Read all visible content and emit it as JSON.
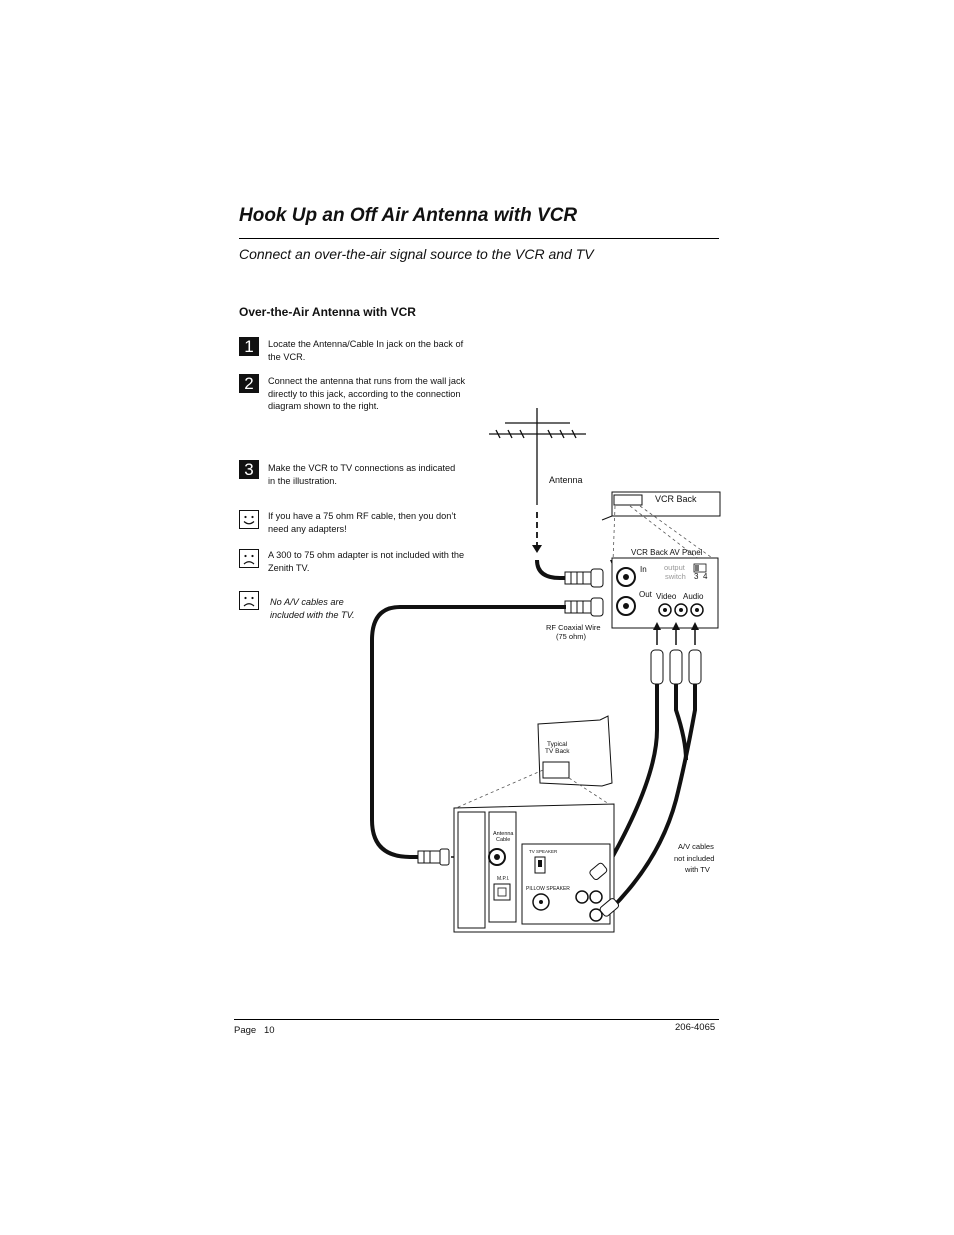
{
  "title": "Hook Up an Off Air Antenna with VCR",
  "subtitle": "Connect an over-the-air signal source to the VCR and TV",
  "section_heading": "Over-the-Air Antenna with VCR",
  "steps": [
    {
      "number": "1",
      "text": "Locate the Antenna/Cable In jack on the back of the VCR."
    },
    {
      "number": "2",
      "text": "Connect the antenna that runs from the wall jack directly to this jack, according to the connection diagram shown to the right."
    },
    {
      "number": "3",
      "text": "Make the VCR to TV connections as indicated in the illustration."
    }
  ],
  "notes": [
    {
      "icon": "smiley-face-icon",
      "text": "If you have a 75 ohm RF cable, then you don’t need any adapters!"
    },
    {
      "icon": "frown-face-icon",
      "text": "A 300 to 75 ohm adapter is not included with the Zenith TV."
    },
    {
      "icon": "frown-face-icon",
      "text": "No A/V cables are included with the TV."
    }
  ],
  "diagram": {
    "antenna": "Antenna",
    "vcr_back": "VCR Back",
    "vcr_panel": "VCR Back AV Panel",
    "in": "In",
    "out": "Out",
    "output_switch_1": "output",
    "output_switch_2": "switch",
    "ch3": "3",
    "ch4": "4",
    "video": "Video",
    "audio": "Audio",
    "rf_wire_1": "RF Coaxial Wire",
    "rf_wire_2": "(75 ohm)",
    "tv_back_1": "Typical",
    "tv_back_2": "TV Back",
    "antenna_cable_1": "Antenna",
    "antenna_cable_2": "Cable",
    "mpi": "M.P.I.",
    "tv_speaker": "TV SPEAKER",
    "pillow_speaker": "PILLOW SPEAKER",
    "av_note_1": "A/V cables",
    "av_note_2": "not included",
    "av_note_3": "with TV"
  },
  "footer": {
    "page_label": "Page",
    "page_number": "10",
    "doc_number": "206-4065"
  }
}
